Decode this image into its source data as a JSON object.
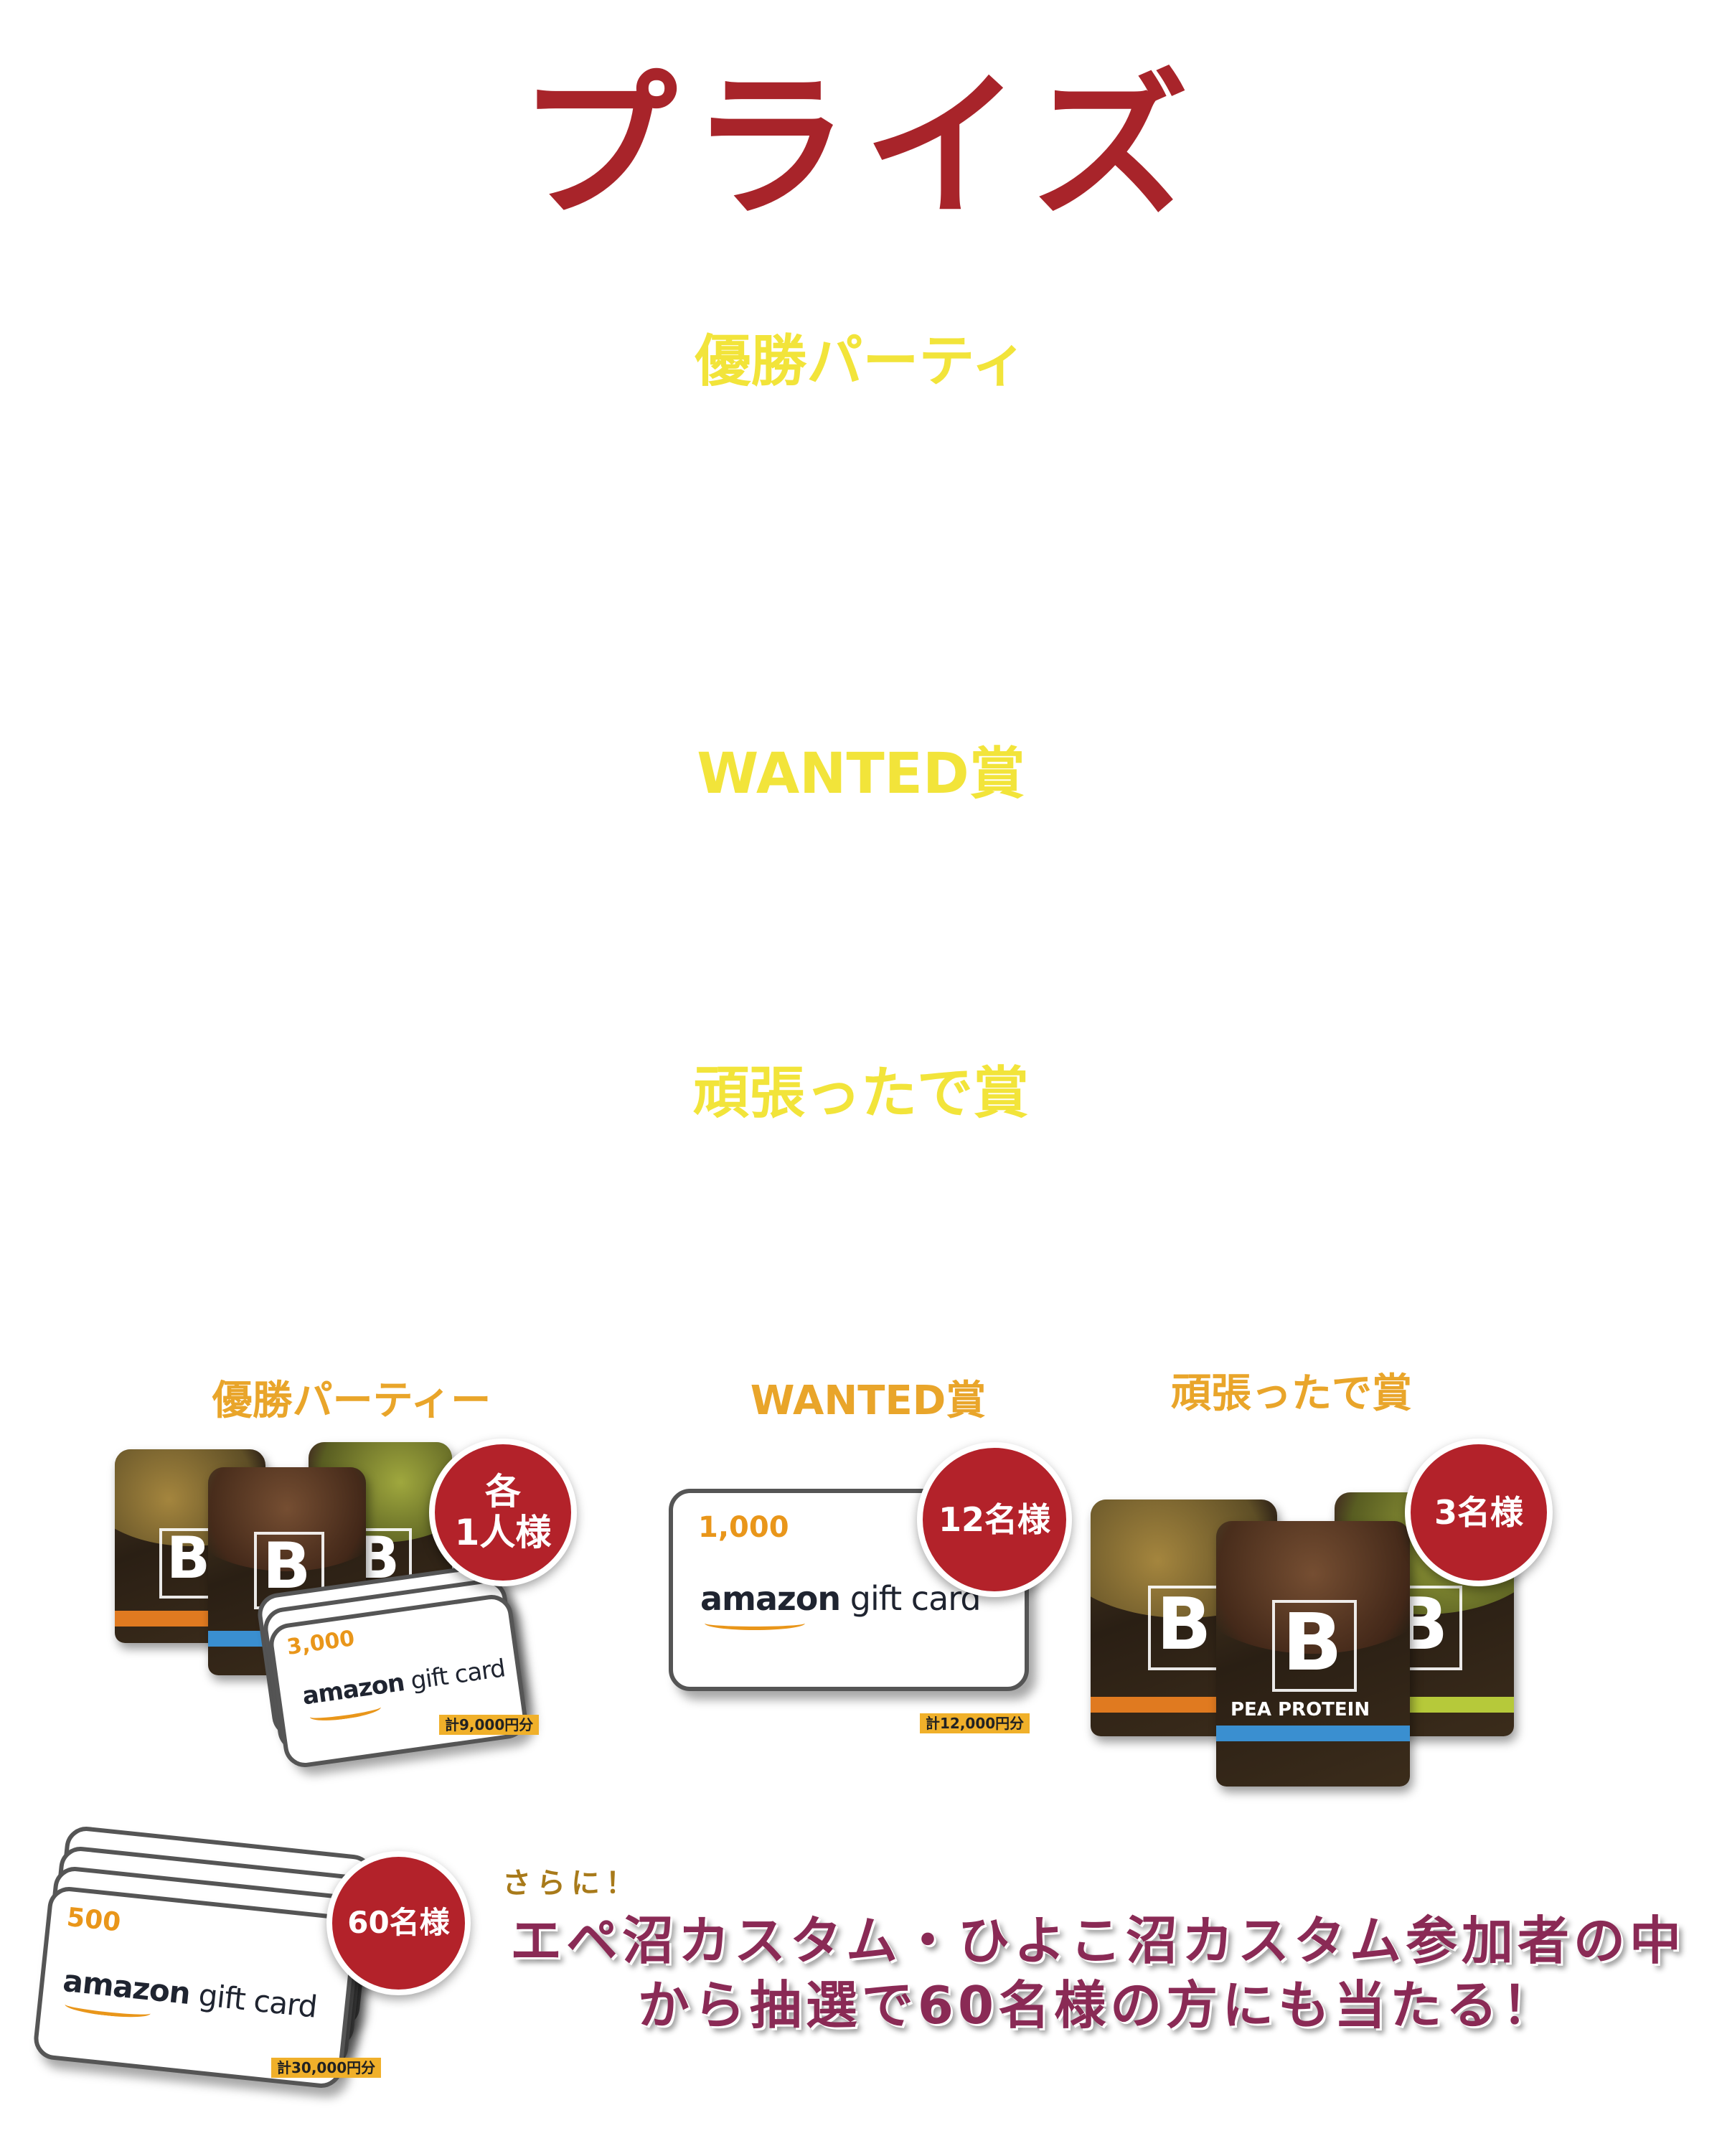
{
  "title": "プライズ",
  "sections": {
    "champion_heading": "優勝パーティ",
    "wanted_heading": "WANTED賞",
    "effort_heading": "頑張ったで賞"
  },
  "prizes": {
    "champion": {
      "label": "優勝パーティー",
      "badge_line1": "各",
      "badge_line2": "1人様",
      "card_amount": "3,000",
      "total": "計9,000円分"
    },
    "wanted": {
      "label": "WANTED賞",
      "badge": "12名様",
      "card_amount": "1,000",
      "total": "計12,000円分"
    },
    "effort": {
      "label": "頑張ったで賞",
      "badge": "3名様"
    }
  },
  "card_brand": {
    "word1": "amazon",
    "word2": " gift card"
  },
  "bonus": {
    "badge": "60名様",
    "card_amount": "500",
    "total": "計30,000円分",
    "lead": "さらに！",
    "line1": "エペ沼カスタム・ひよこ沼カスタム参加者の中",
    "line2": "から抽選で60名様の方にも当たる！"
  },
  "product": {
    "letter": "B",
    "subtitle": "PEA PROTEIN"
  },
  "colors": {
    "title_red": "#a8242a",
    "heading_yellow": "#f2e43a",
    "label_orange": "#e9a52a",
    "badge_red": "#b3222a",
    "bonus_text": "#8a2a55"
  }
}
